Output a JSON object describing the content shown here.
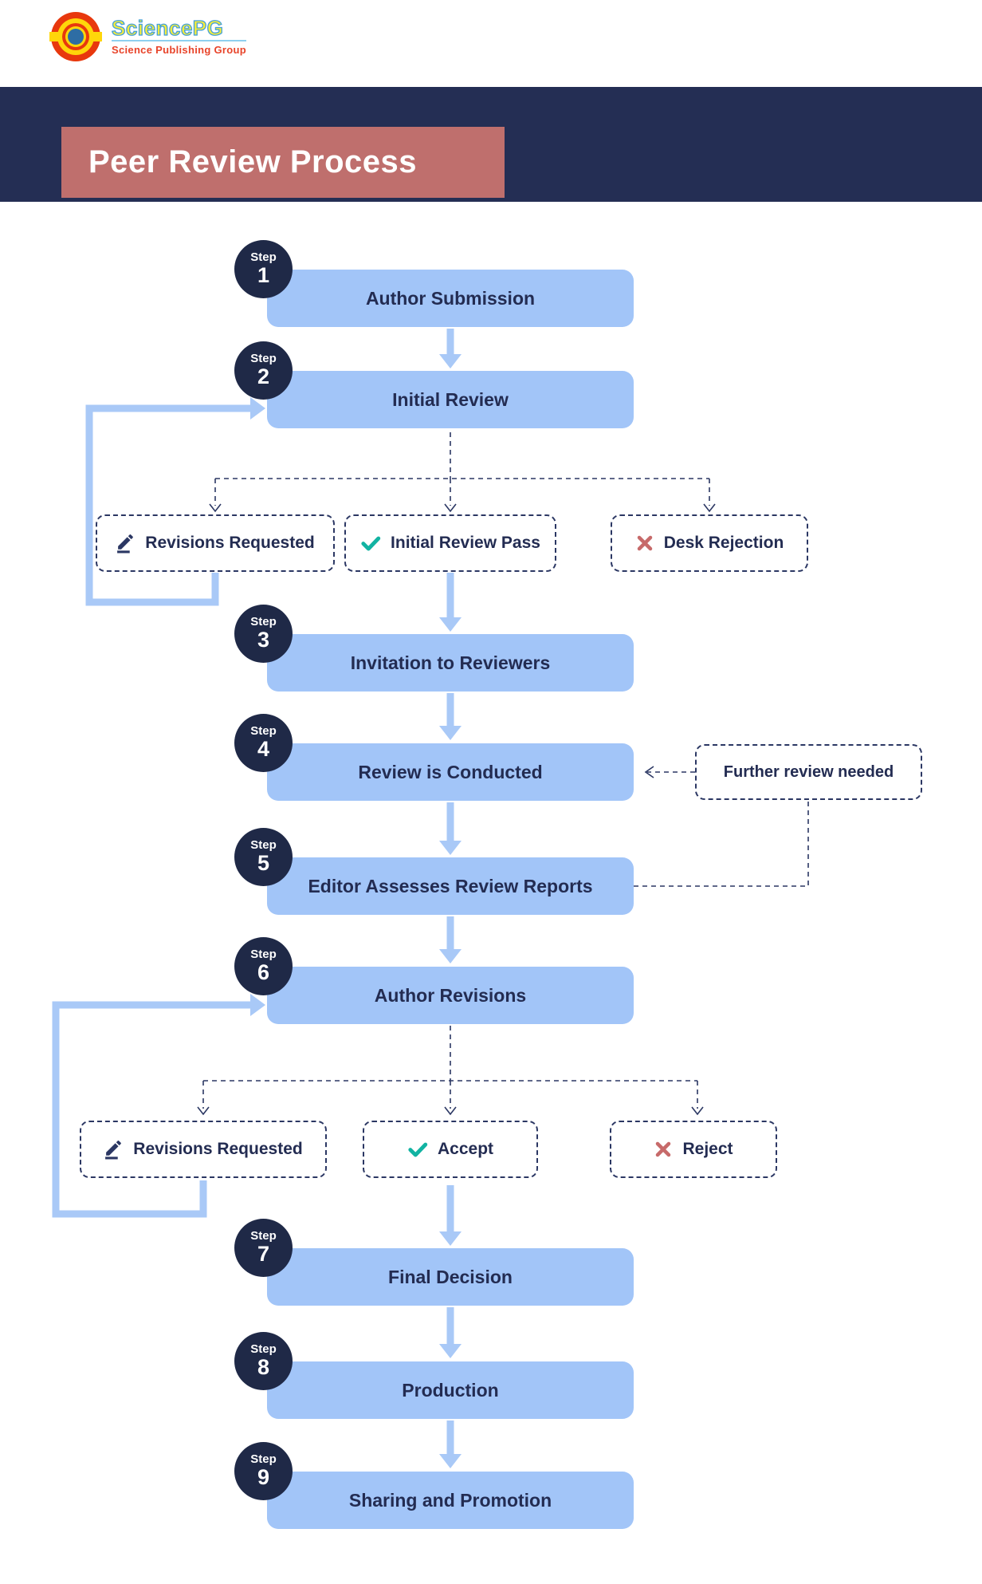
{
  "logo": {
    "brand": "SciencePG",
    "tagline": "Science Publishing Group"
  },
  "header": {
    "title": "Peer Review Process"
  },
  "steps": [
    {
      "step_label": "Step",
      "number": "1",
      "label": "Author Submission"
    },
    {
      "step_label": "Step",
      "number": "2",
      "label": "Initial Review"
    },
    {
      "step_label": "Step",
      "number": "3",
      "label": "Invitation to Reviewers"
    },
    {
      "step_label": "Step",
      "number": "4",
      "label": "Review is Conducted"
    },
    {
      "step_label": "Step",
      "number": "5",
      "label": "Editor Assesses Review Reports"
    },
    {
      "step_label": "Step",
      "number": "6",
      "label": "Author Revisions"
    },
    {
      "step_label": "Step",
      "number": "7",
      "label": "Final Decision"
    },
    {
      "step_label": "Step",
      "number": "8",
      "label": "Production"
    },
    {
      "step_label": "Step",
      "number": "9",
      "label": "Sharing and Promotion"
    }
  ],
  "decisions_row1": [
    {
      "icon": "pencil-icon",
      "label": "Revisions Requested"
    },
    {
      "icon": "check-icon",
      "label": "Initial Review Pass"
    },
    {
      "icon": "cross-icon",
      "label": "Desk Rejection"
    }
  ],
  "decisions_row2": [
    {
      "icon": "pencil-icon",
      "label": "Revisions Requested"
    },
    {
      "icon": "check-icon",
      "label": "Accept"
    },
    {
      "icon": "cross-icon",
      "label": "Reject"
    }
  ],
  "note": {
    "label": "Further review needed"
  },
  "colors": {
    "navy_band": "#242e54",
    "title_rose": "#bf6f6d",
    "step_circle_navy": "#1f2947",
    "step_box_blue": "#a2c5f8",
    "arrow_blue": "#a9c9f7",
    "text_navy": "#232c52",
    "dashed_navy": "#2b3763",
    "check_teal": "#12b3a2",
    "cross_rose": "#c76a6a",
    "logo_red": "#e8380d",
    "logo_yellow": "#ffd60a",
    "logo_blue": "#2e6da4",
    "brand_yellow": "#f7ec3a",
    "tagline_red": "#e8442a"
  }
}
